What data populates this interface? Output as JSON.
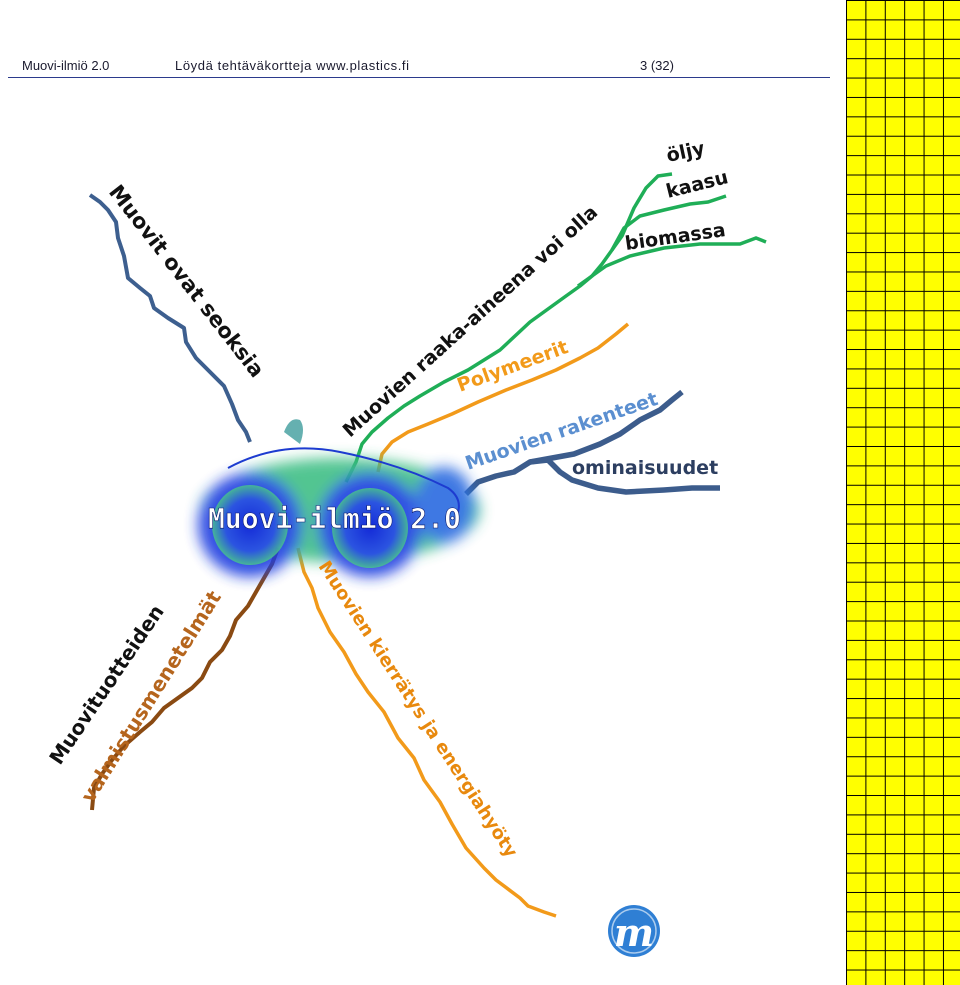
{
  "header": {
    "doc_title": "Muovi-ilmiö 2.0",
    "tagline": "Löydä tehtäväkortteja www.plastics.fi",
    "page_number": "3 (32)"
  },
  "mindmap": {
    "center_label": "Muovi-ilmiö 2.0",
    "branches": {
      "seoksia": "Muovit ovat seoksia",
      "raaka_aine": "Muovien raaka-aineena voi olla",
      "oljy": "öljy",
      "kaasu": "kaasu",
      "biomassa": "biomassa",
      "polymeerit": "Polymeerit",
      "rakenteet": "Muovien rakenteet",
      "ominaisuudet": "ominaisuudet",
      "kierratys": "Muovien kierrätys ja energiahyöty",
      "valmistus_1": "Muovituotteiden",
      "valmistus_2": "valmistusmenetelmät"
    }
  },
  "logo": {
    "letter": "m"
  },
  "colors": {
    "seoksia": "#3d5f8f",
    "raaka_aine": "#1fae57",
    "polymeerit": "#f29a1a",
    "rakenteet": "#3c5c8c",
    "rakenteet_text": "#5b8fd0",
    "kierratys": "#f29a1a",
    "valmistus": "#8a4a12",
    "valmistus_text": "#b5651d",
    "grid_fill": "#ffff00"
  }
}
